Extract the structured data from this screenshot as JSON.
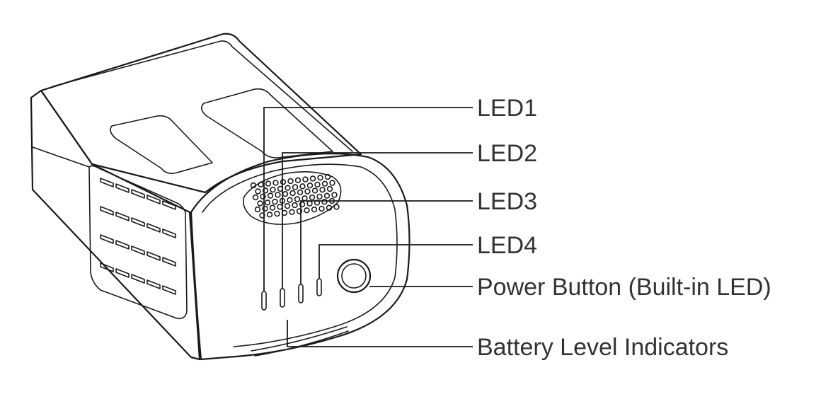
{
  "labels": {
    "led1": "LED1",
    "led2": "LED2",
    "led3": "LED3",
    "led4": "LED4",
    "power_button": "Power Button (Built-in LED)",
    "battery_level_indicators": "Battery Level Indicators"
  },
  "colors": {
    "line": "#1a1a1a",
    "text": "#333333",
    "background": "#ffffff"
  }
}
